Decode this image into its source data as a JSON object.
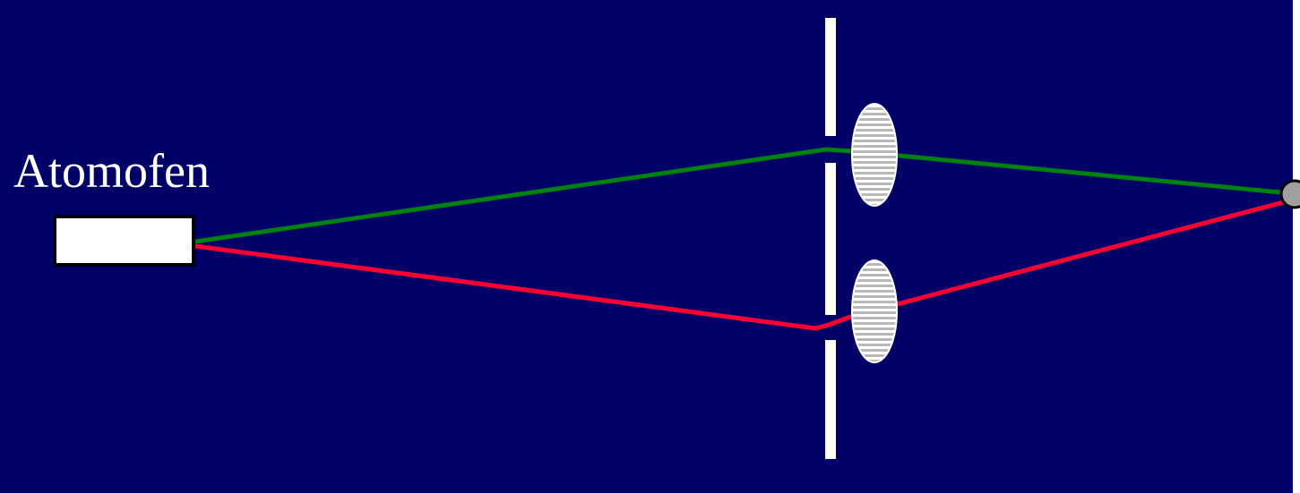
{
  "source": {
    "label": "Atomofen"
  },
  "colors": {
    "background": "#000066",
    "upper_path": "#008010",
    "lower_path": "#ff0033",
    "slit_wall": "#ffffff",
    "source_box": "#ffffff",
    "lens_fill": "#ffffff",
    "lens_stripes": "#b8b8b8",
    "detector": "#a0a0a0",
    "screen": "#ffffff",
    "label": "#ffffff"
  },
  "elements": {
    "source": "atom-oven",
    "wall": "double-slit",
    "lenses": "two-lenses",
    "beams": [
      "upper-path",
      "lower-path"
    ],
    "target": "detector"
  }
}
